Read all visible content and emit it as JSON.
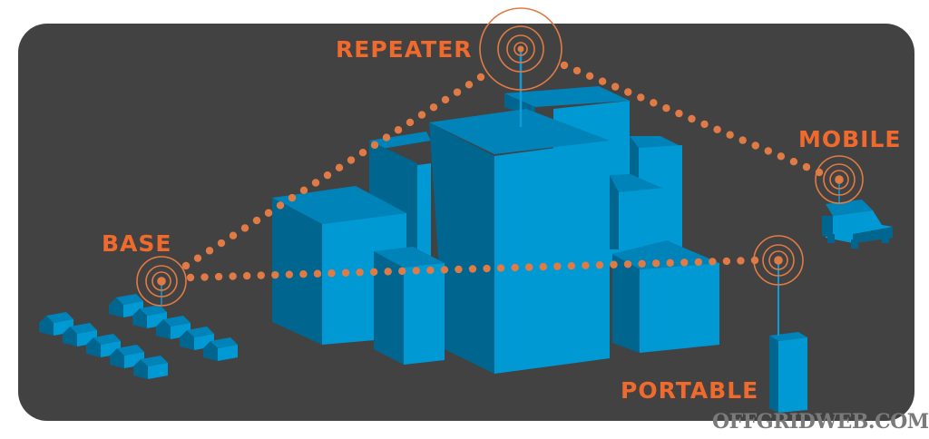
{
  "diagram": {
    "nodes": [
      {
        "id": "repeater",
        "label": "REPEATER"
      },
      {
        "id": "mobile",
        "label": "MOBILE"
      },
      {
        "id": "base",
        "label": "BASE"
      },
      {
        "id": "portable",
        "label": "PORTABLE"
      }
    ],
    "links": [
      {
        "from": "base",
        "to": "repeater",
        "style": "dotted"
      },
      {
        "from": "repeater",
        "to": "mobile",
        "style": "dotted"
      },
      {
        "from": "base",
        "to": "portable",
        "style": "dotted"
      }
    ],
    "watermark": "OFFGRIDWEB.COM",
    "colors": {
      "background": "#424242",
      "accent": "#ef6a2c",
      "signal": "#e07b45",
      "building": "#0099d4"
    }
  }
}
